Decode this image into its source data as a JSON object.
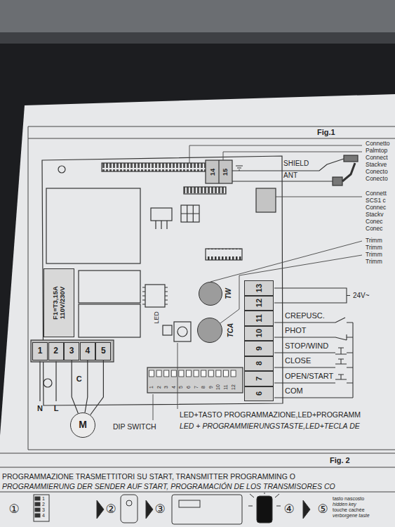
{
  "diagram": {
    "nodes": [
      {
        "text": [
          "F1=T3,15A",
          "110V/230V"
        ]
      },
      {
        "text": [
          "TW"
        ]
      },
      {
        "text": [
          "TCA"
        ]
      },
      {
        "text": [
          "1"
        ]
      },
      {
        "text": [
          "2"
        ]
      },
      {
        "text": [
          "3"
        ]
      },
      {
        "text": [
          "4"
        ]
      },
      {
        "text": [
          "5"
        ]
      },
      {
        "text": [
          "13"
        ]
      },
      {
        "text": [
          "12"
        ]
      },
      {
        "text": [
          "11"
        ]
      },
      {
        "text": [
          "10"
        ]
      },
      {
        "text": [
          "9"
        ]
      },
      {
        "text": [
          "8"
        ]
      },
      {
        "text": [
          "7"
        ]
      },
      {
        "text": [
          "6"
        ]
      },
      {
        "text": [
          "M"
        ]
      }
    ],
    "edges": [
      {
        "from": 16,
        "to": 5,
        "arrow": "none"
      },
      {
        "from": 16,
        "to": 6,
        "label": "C",
        "arrow": "none"
      },
      {
        "from": 16,
        "to": 7,
        "arrow": "none"
      }
    ],
    "labels": [
      "Fig.1",
      "Connetto",
      "Palmtop",
      "Connect",
      "Stackve",
      "Conecto",
      "Conecto",
      "Connett",
      "SCS1 c",
      "Connec",
      "Stackv",
      "Conec",
      "Conec",
      "Trimm",
      "Trimm",
      "Trimm",
      "Trimm",
      "SHIELD",
      "ANT",
      "14",
      "15",
      "LED",
      "1",
      "2",
      "3",
      "4",
      "5",
      "6",
      "7",
      "8",
      "9",
      "10",
      "11",
      "12",
      "DIP SWITCH",
      "N",
      "L",
      "24V~",
      "CREPUSC.",
      "PHOT",
      "STOP/WIND",
      "CLOSE",
      "OPEN/START",
      "COM",
      "LED+TASTO PROGRAMMAZIONE,LED+PROGRAMM",
      "LED + PROGRAMMIERUNGSTASTE,LED+TECLA DE",
      "Fig. 2",
      "PROGRAMMAZIONE TRASMETTITORI SU START, TRANSMITTER PROGRAMMING O",
      "PROGRAMMIERUNG DER SENDER AUF START, PROGRAMACIÓN DE LOS TRANSMISORES CO",
      "①",
      "1",
      "2",
      "3",
      "4",
      "②",
      "③",
      "④",
      "⑤",
      "tasto nascosto",
      "hidden key",
      "touche cachée",
      "verborgene taste"
    ]
  }
}
